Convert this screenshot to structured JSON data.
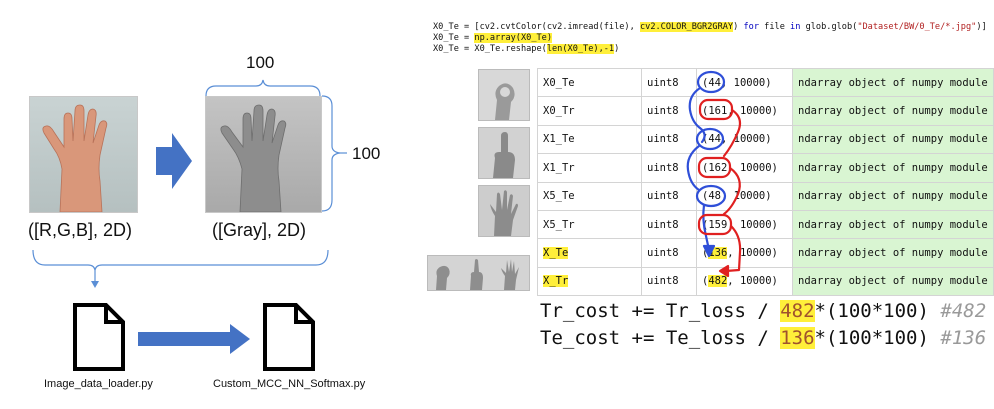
{
  "left": {
    "caption_rgb": "([R,G,B], 2D)",
    "caption_gray": "([Gray], 2D)",
    "dim_width": "100",
    "dim_height": "100",
    "file_loader": "Image_data_loader.py",
    "file_softmax": "Custom_MCC_NN_Softmax.py",
    "colors": {
      "arrow": "#4472c4",
      "bracket": "#5b8fd6"
    }
  },
  "code": {
    "line1_a": "X0_Te = [cv2.cvtColor(cv2.imread(file), ",
    "line1_hl": "cv2.COLOR_BGR2GRAY",
    "line1_b": ") ",
    "line1_for": "for",
    "line1_c": " file ",
    "line1_in": "in",
    "line1_d": " glob.glob(",
    "line1_str": "\"Dataset/BW/0_Te/*.jpg\"",
    "line1_e": ")]",
    "line2_a": "X0_Te = ",
    "line2_hl": "np.array(X0_Te)",
    "line3_a": "X0_Te = X0_Te.reshape(",
    "line3_hl": "len(X0_Te),-1",
    "line3_b": ")"
  },
  "table": {
    "rows": [
      {
        "name": "X0_Te",
        "type": "uint8",
        "n": "44",
        "rest": ", 10000)",
        "desc": "ndarray object of numpy module"
      },
      {
        "name": "X0_Tr",
        "type": "uint8",
        "n": "161",
        "rest": ", 10000)",
        "desc": "ndarray object of numpy module"
      },
      {
        "name": "X1_Te",
        "type": "uint8",
        "n": "44",
        "rest": ", 10000)",
        "desc": "ndarray object of numpy module"
      },
      {
        "name": "X1_Tr",
        "type": "uint8",
        "n": "162",
        "rest": ", 10000)",
        "desc": "ndarray object of numpy module"
      },
      {
        "name": "X5_Te",
        "type": "uint8",
        "n": "48",
        "rest": ", 10000)",
        "desc": "ndarray object of numpy module"
      },
      {
        "name": "X5_Tr",
        "type": "uint8",
        "n": "159",
        "rest": ", 10000)",
        "desc": "ndarray object of numpy module"
      },
      {
        "name": "X_Te",
        "type": "uint8",
        "n": "136",
        "rest": ", 10000)",
        "desc": "ndarray object of numpy module"
      },
      {
        "name": "X_Tr",
        "type": "uint8",
        "n": "482",
        "rest": ", 10000)",
        "desc": "ndarray object of numpy module"
      }
    ],
    "colors": {
      "desc_bg": "#d9f5d2",
      "highlight": "#ffef3a",
      "blue_loop": "#2f4fd8",
      "red_loop": "#e02020"
    }
  },
  "formulas": {
    "tr": {
      "a": "Tr_cost += Tr_loss / ",
      "n": "482",
      "b": "*(100*100) ",
      "c": "#482"
    },
    "te": {
      "a": "Te_cost += Te_loss / ",
      "n": "136",
      "b": "*(100*100) ",
      "c": "#136"
    }
  }
}
